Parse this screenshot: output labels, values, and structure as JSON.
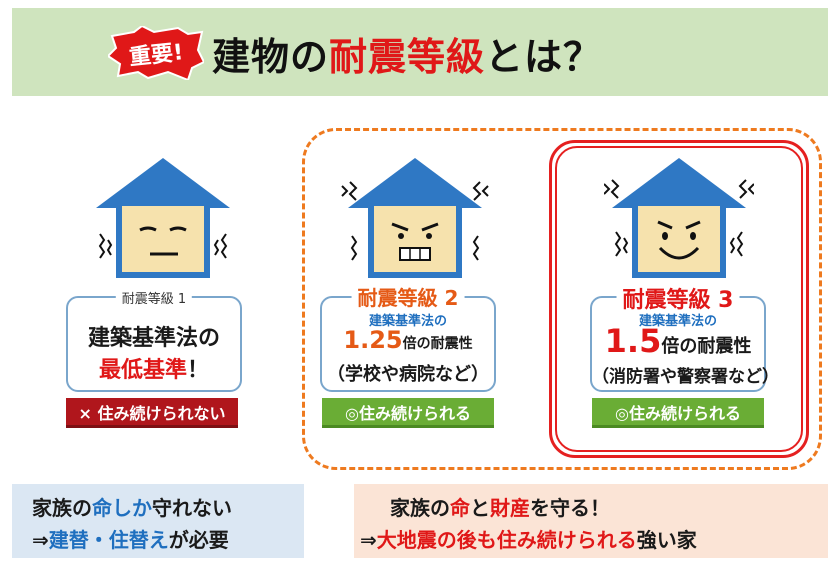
{
  "header": {
    "badge": "重要!",
    "title_pre": "建物の",
    "title_accent": "耐震等級",
    "title_post": "とは？"
  },
  "grades": [
    {
      "caption": "耐震等級 1",
      "line1": "建築基準法の",
      "line2": "最低基準",
      "line2_suffix": "！",
      "status": "× 住み続けられない"
    },
    {
      "caption": "耐震等級 2",
      "sub": "建築基準法の",
      "multiplier": "1.25",
      "multiplier_suffix": "倍の耐震性",
      "examples": "（学校や病院など）",
      "status": "◎住み続けられる"
    },
    {
      "caption": "耐震等級 3",
      "sub": "建築基準法の",
      "multiplier": "1.5",
      "multiplier_suffix": "倍の耐震性",
      "examples": "（消防署や警察署など）",
      "status": "◎住み続けられる"
    }
  ],
  "summary_left": {
    "line1_a": "家族の",
    "line1_b": "命しか",
    "line1_c": "守れない",
    "line2_a": "⇒",
    "line2_b": "建替・住替え",
    "line2_c": "が必要"
  },
  "summary_right": {
    "line1_a": "家族の",
    "line1_b": "命",
    "line1_c": "と",
    "line1_d": "財産",
    "line1_e": "を守る！",
    "line2_a": "⇒",
    "line2_b": "大地震の後も住み続けられる",
    "line2_c": "強い家"
  },
  "colors": {
    "header_bg": "#cfe4be",
    "accent_red": "#e01818",
    "accent_orange": "#e55a16",
    "house_blue": "#2f78c4",
    "house_face": "#f6e2ad",
    "button_red": "#b0161c",
    "button_green": "#6aad35",
    "accent_blue": "#1f6fbf"
  },
  "icons": [
    "house-calm-icon",
    "house-frown-icon",
    "house-smile-icon",
    "shake-lines-icon"
  ]
}
